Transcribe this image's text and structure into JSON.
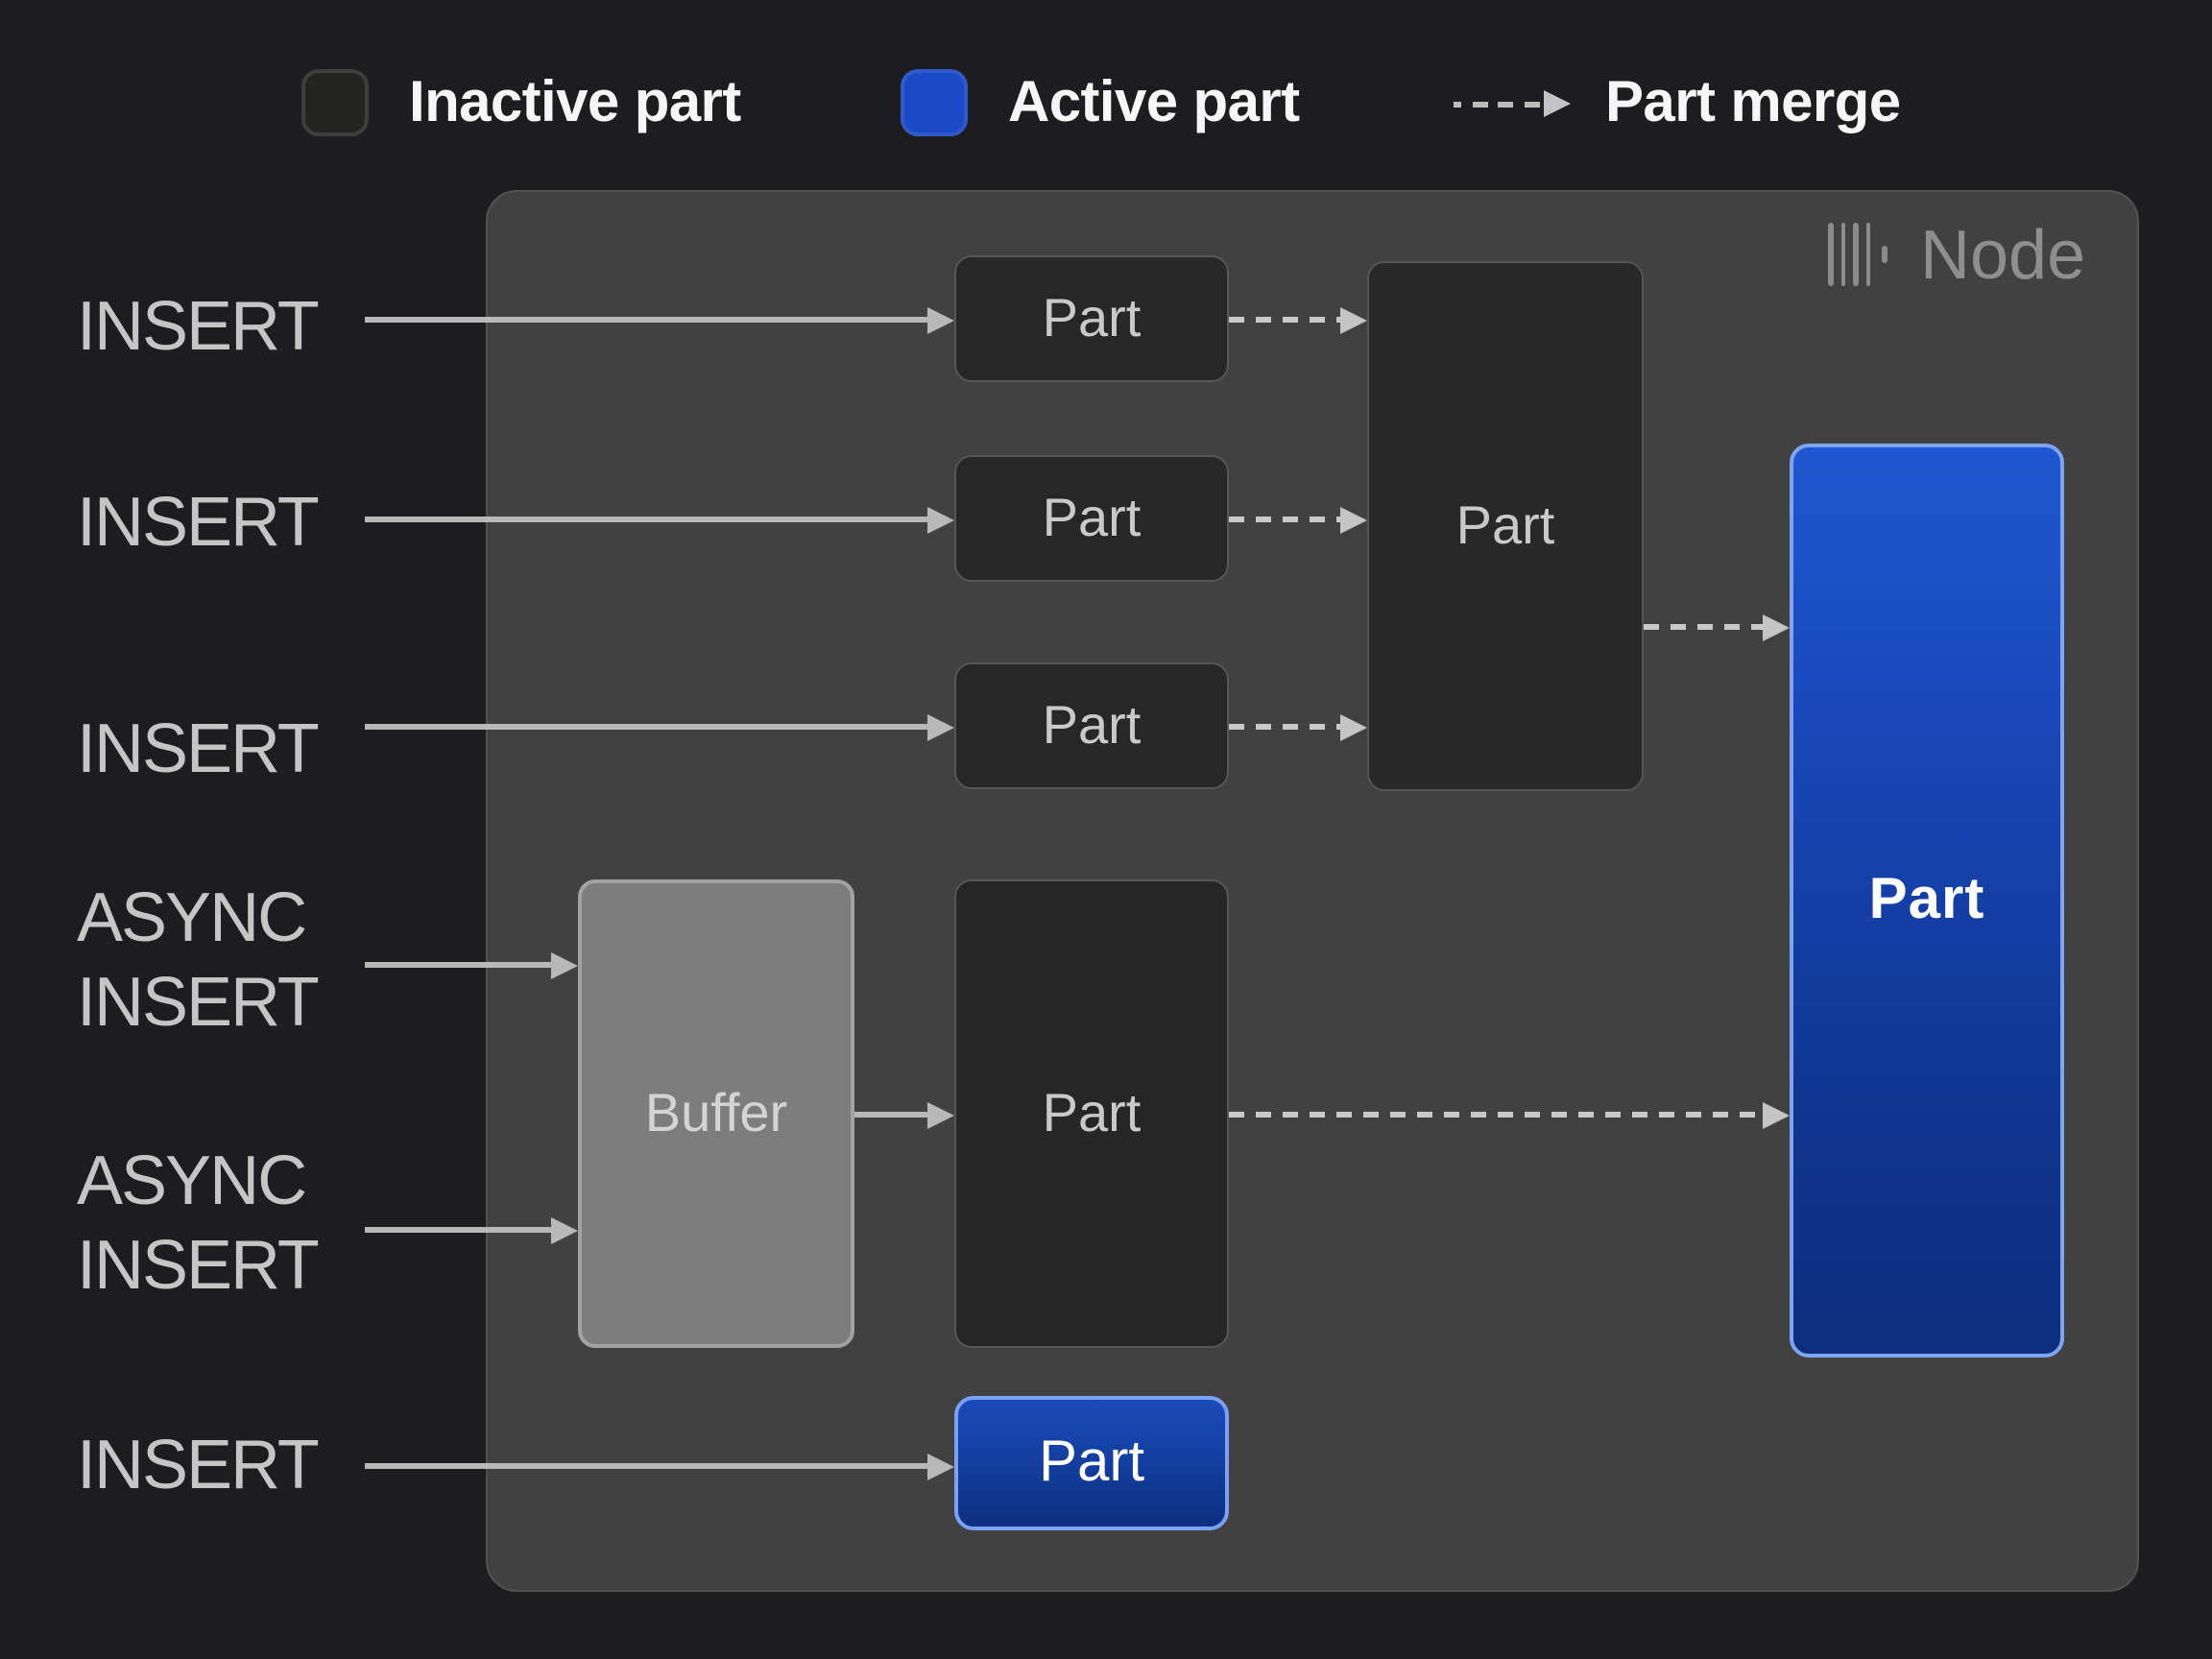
{
  "legend": {
    "inactive_label": "Inactive part",
    "active_label": "Active part",
    "merge_label": "Part merge"
  },
  "node": {
    "title": "Node",
    "icon": "clickhouse-logo-icon"
  },
  "inputs": {
    "insert1": "INSERT",
    "insert2": "INSERT",
    "insert3": "INSERT",
    "async1_line1": "ASYNC",
    "async1_line2": "INSERT",
    "async2_line1": "ASYNC",
    "async2_line2": "INSERT",
    "insert6": "INSERT"
  },
  "parts": {
    "part1": "Part",
    "part2": "Part",
    "part3": "Part",
    "merge_part": "Part",
    "buffer": "Buffer",
    "async_part": "Part",
    "active_part_main": "Part",
    "active_part_bottom": "Part"
  },
  "colors": {
    "background": "#1d1d1f",
    "node_fill": "#414141",
    "inactive_part_fill": "#232321",
    "active_part_blue": "#1b4ac6",
    "active_gradient_top": "#1f57d0",
    "active_gradient_bottom": "#0d2d7d",
    "buffer_fill": "#7d7d7d",
    "solid_arrow": "#b8b8b8",
    "dashed_arrow": "#c9c9c9",
    "label_text": "#c5c5c5",
    "legend_text": "#f6f6f6",
    "node_title_text": "#8e8e8e"
  }
}
